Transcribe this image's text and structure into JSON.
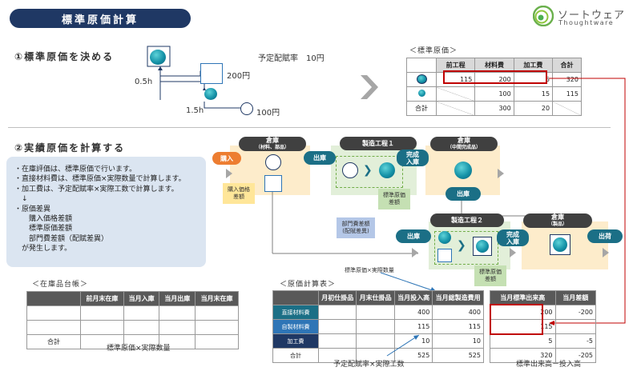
{
  "header": {
    "title": "標準原価計算",
    "logo_jp": "ソートウェア",
    "logo_en": "Thoughtware"
  },
  "section1": {
    "heading": "①標準原価を決める",
    "rate_label": "予定配賦率　10円",
    "time_a": "0.5h",
    "time_b": "1.5h",
    "price_a": "200円",
    "price_b": "100円"
  },
  "std_table": {
    "caption": "＜標準原価＞",
    "headers": [
      "前工程",
      "材料費",
      "加工費",
      "合計"
    ],
    "rows": [
      {
        "cells": [
          "115",
          "200",
          "5",
          "320"
        ]
      },
      {
        "cells": [
          "",
          "100",
          "15",
          "115"
        ]
      }
    ],
    "total_label": "合計",
    "total_cells": [
      "",
      "300",
      "20",
      ""
    ]
  },
  "section2": {
    "heading": "②実績原価を計算する"
  },
  "notes": [
    "・在庫評価は、標準原価で行います。",
    "・直接材料費は、標準原価×実際数量で計算します。",
    "・加工費は、予定配賦率×実際工数で計算します。",
    "　↓",
    "・原価差異",
    "　　購入価格差額",
    "　　標準原価差額",
    "　　部門費差額（配賦差異）",
    "　が発生します。"
  ],
  "flow": {
    "soko1_title": "倉庫",
    "soko1_sub": "（材料、部品）",
    "kounyu": "購入",
    "shukko1": "出庫",
    "proc1_title": "製造工程１",
    "kansei1": "完成\n入庫",
    "soko2_title": "倉庫",
    "soko2_sub": "（中間完成品）",
    "shukko2": "出庫",
    "proc2_title": "製造工程２",
    "shukko3": "出庫",
    "kansei2": "完成\n入庫",
    "soko3_title": "倉庫",
    "soko3_sub": "（製品）",
    "shukka": "出荷",
    "sticky_price": "購入価格\n差額",
    "sticky_std1": "標準原価\n差額",
    "sticky_dept": "部門費差額\n(配賦差異)",
    "sticky_std2": "標準原価\n差額"
  },
  "inventory": {
    "caption": "＜在庫品台帳＞",
    "headers": [
      "",
      "前月末在庫",
      "当月入庫",
      "当月出庫",
      "当月末在庫"
    ],
    "total_label": "合計",
    "footer": "標準原価×実際数量"
  },
  "cost_table": {
    "caption": "＜原価計算表＞",
    "annotation": "標準原価×実際数量",
    "headers": [
      "",
      "月初仕掛品",
      "月末仕掛品",
      "当月投入高",
      "当月総製造費用"
    ],
    "rows": [
      {
        "label": "直接材料費",
        "color": "#1b6f86",
        "cells": [
          "",
          "",
          "400",
          "400"
        ]
      },
      {
        "label": "自製材料費",
        "color": "#2e75b6",
        "cells": [
          "",
          "",
          "115",
          "115"
        ]
      },
      {
        "label": "加工費",
        "color": "#1f3864",
        "cells": [
          "",
          "",
          "10",
          "10"
        ]
      },
      {
        "label": "合計",
        "color": "",
        "cells": [
          "",
          "",
          "525",
          "525"
        ]
      }
    ],
    "footer": "予定配賦率×実際工数"
  },
  "result_table": {
    "headers": [
      "当月標準出来高",
      "当月差額"
    ],
    "rows": [
      [
        "200",
        "-200"
      ],
      [
        "115",
        ""
      ],
      [
        "5",
        "-5"
      ],
      [
        "320",
        "-205"
      ]
    ],
    "footer": "標準出来高－投入高"
  },
  "colors": {
    "navy": "#1f3864",
    "teal": "#1b6f86",
    "red": "#c00000",
    "orange": "#ed7d31"
  }
}
